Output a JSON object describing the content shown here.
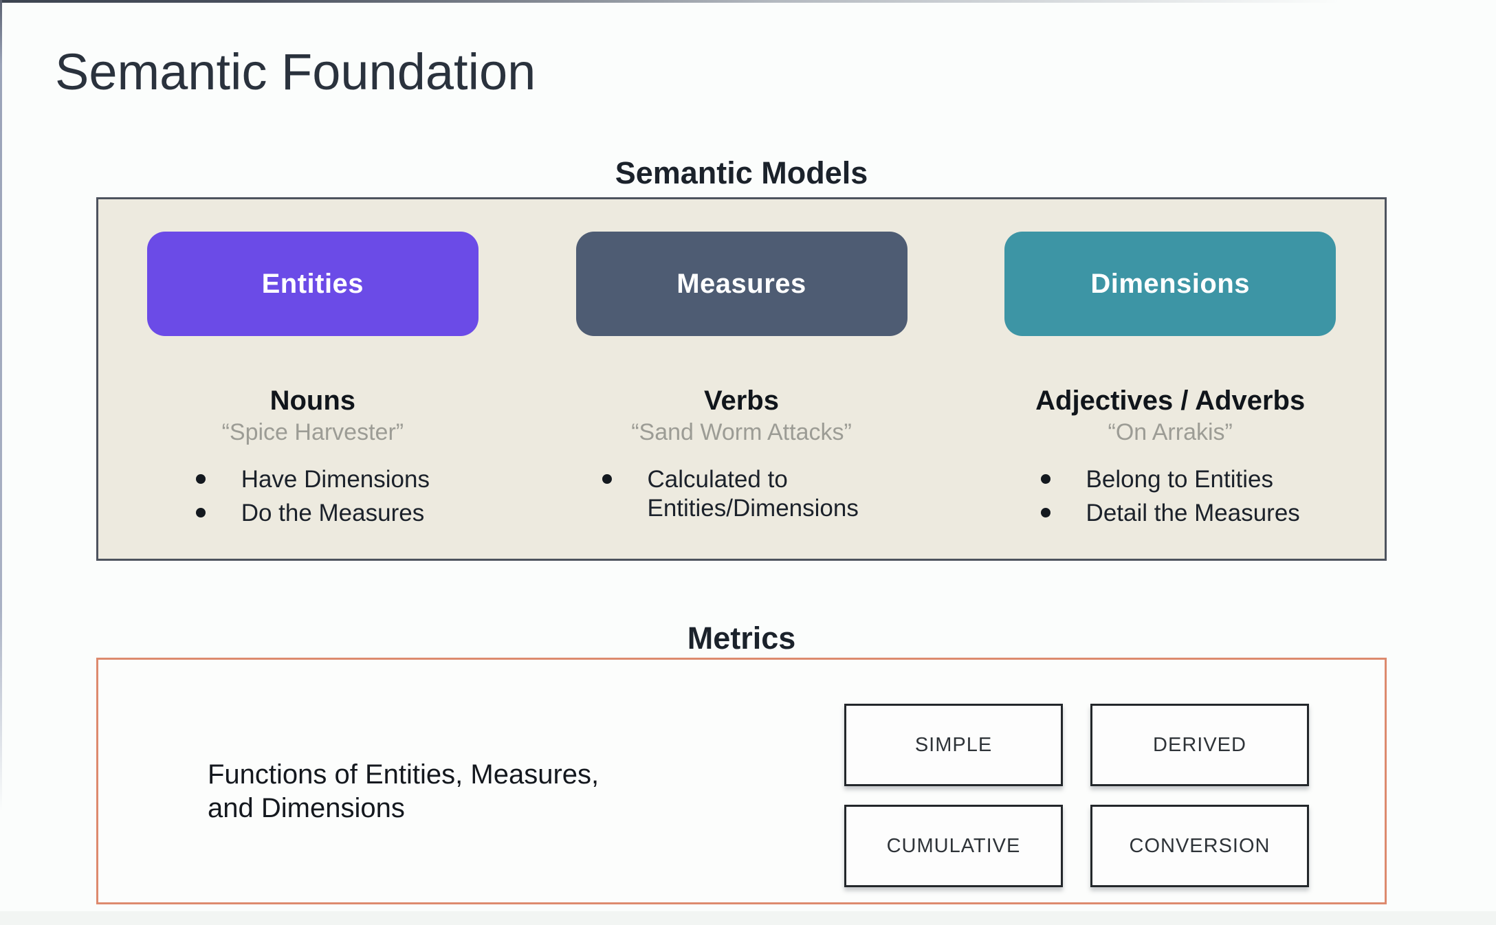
{
  "slide": {
    "title": "Semantic Foundation",
    "colors": {
      "panel_background": "#edeadf",
      "panel_border": "#4d535e",
      "metrics_border": "#dd8a6e"
    },
    "semantic_models": {
      "heading": "Semantic Models",
      "columns": [
        {
          "pill": "Entities",
          "pill_color": "#6b4be7",
          "word_type": "Nouns",
          "example": "“Spice Harvester”",
          "bullets": [
            "Have Dimensions",
            "Do the Measures"
          ]
        },
        {
          "pill": "Measures",
          "pill_color": "#4e5c73",
          "word_type": "Verbs",
          "example": "“Sand Worm Attacks”",
          "bullets": [
            "Calculated to Entities/Dimensions"
          ]
        },
        {
          "pill": "Dimensions",
          "pill_color": "#3d95a5",
          "word_type": "Adjectives / Adverbs",
          "example": "“On Arrakis”",
          "bullets": [
            "Belong to Entities",
            "Detail the Measures"
          ]
        }
      ]
    },
    "metrics": {
      "heading": "Metrics",
      "description_line1": "Functions of Entities, Measures,",
      "description_line2": "and Dimensions",
      "types": [
        "SIMPLE",
        "DERIVED",
        "CUMULATIVE",
        "CONVERSION"
      ]
    }
  }
}
